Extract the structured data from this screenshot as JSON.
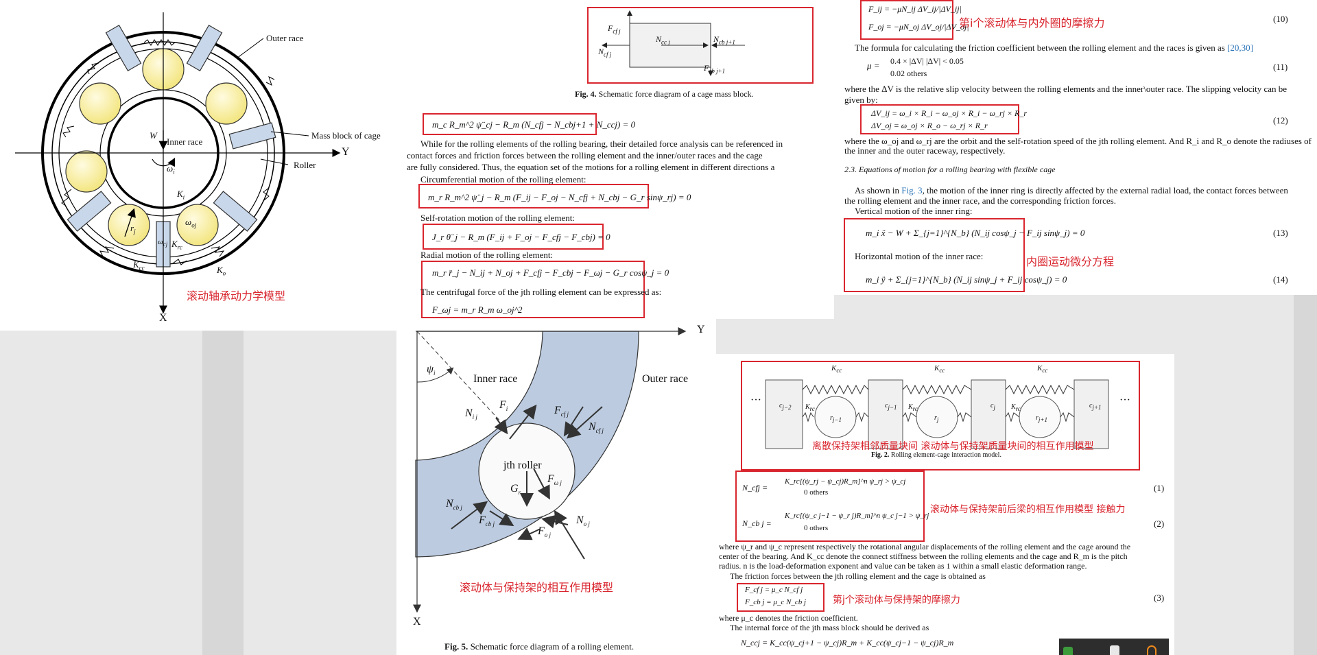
{
  "bearing_model": {
    "labels": {
      "outer_race": "Outer race",
      "mass_block": "Mass block of cage",
      "roller": "Roller",
      "inner_race": "Inner race",
      "W": "W",
      "omega_i": "ω",
      "omega_i_sub": "i",
      "Ki": "K",
      "Ki_sub": "i",
      "Ko": "K",
      "Ko_sub": "o",
      "Kcc": "K",
      "Kcc_sub": "cc",
      "Krc": "K",
      "Krc_sub": "rc",
      "rj": "r",
      "rj_sub": "j",
      "omega_oj": "ω",
      "omega_oj_sub": "oj",
      "omega_cj": "ω",
      "omega_cj_sub": "cj",
      "axis_y": "Y",
      "axis_x": "X"
    },
    "annotation": "滚动轴承动力学模型"
  },
  "middle_top": {
    "fig4_labels": {
      "fcfj": "F",
      "fcfj_sub": "cf j",
      "nccj": "N",
      "nccj_sub": "cc j",
      "ncbj1": "N",
      "ncbj1_sub": "cb j+1",
      "ncfj": "N",
      "ncfj_sub": "cf j",
      "fcbj1": "F",
      "fcbj1_sub": "cb j+1"
    },
    "fig4_caption_label": "Fig. 4.",
    "fig4_caption_text": "Schematic force diagram of a cage mass block.",
    "eq_cage": "m_c R_m^2 ψ̈_cj − R_m (N_cfj − N_cbj+1 + N_ccj) = 0",
    "para1": "While for the rolling elements of the rolling bearing, their detailed force analysis can be referenced in",
    "para2": "contact forces and friction forces between the rolling element and the inner/outer races and the cage",
    "para3": "are fully considered. Thus, the equation set of the motions for a rolling element in different directions a",
    "circ_label": "Circumferential motion of the rolling element:",
    "eq_circ": "m_r R_m^2 ψ̈_j − R_m (F_ij − F_oj − N_cfj + N_cbj − G_r sinψ_rj) = 0",
    "self_label": "Self-rotation motion of the rolling element:",
    "eq_self": "J_r θ̈_j − R_m (F_ij + F_oj − F_cfj − F_cbj) = 0",
    "radial_label": "Radial motion of the rolling element:",
    "eq_radial": "m_r r̈_j − N_ij + N_oj + F_cfj − F_cbj − F_ωj − G_r cosψ_j = 0",
    "centrifugal_label": "The centrifugal force of the jth rolling element can be expressed as:",
    "eq_centrifugal": "F_ωj = m_r R_m ω_oj^2"
  },
  "right_top": {
    "eq10_l1": "F_ij = −μN_ij ΔV_ij/|ΔV_ij|",
    "eq10_l2": "F_oj = −μN_oj ΔV_oj/|ΔV_oj|",
    "ann10": "第i个滚动体与内外圈的摩擦力",
    "eq10_no": "(10)",
    "friction_text_a": "The formula for calculating the friction coefficient between the rolling element and the races is given as ",
    "friction_ref": "[20,30]",
    "eq11_mu": "μ =",
    "eq11_l1": "0.4 × |ΔV|    |ΔV| < 0.05",
    "eq11_l2": "0.02              others",
    "eq11_no": "(11)",
    "slip_text1": "where the ΔV is the relative slip velocity between the rolling elements and the inner\\outer race. The slipping velocity can be",
    "slip_text2": "given by:",
    "eq12_l1": "ΔV_ij = ω_i × R_i − ω_oj × R_i − ω_rj × R_r",
    "eq12_l2": "ΔV_oj = ω_oj × R_o − ω_rj × R_r",
    "eq12_no": "(12)",
    "where12_1": "where the ω_oj and ω_rj are the orbit and the self-rotation speed of the jth rolling element. And R_i and R_o denote the radiuses of",
    "where12_2": "the inner and the outer raceway, respectively.",
    "section": "2.3. Equations of motion for a rolling bearing with flexible cage",
    "as_shown_a": "As shown in ",
    "as_shown_ref": "Fig. 3",
    "as_shown_b": ", the motion of the inner ring is directly affected by the external radial load, the contact forces between",
    "as_shown_2": "the rolling element and the inner race, and the corresponding friction forces.",
    "vert_label": "Vertical motion of the inner ring:",
    "eq13": "m_i ẍ − W + Σ_{j=1}^{N_b} (N_ij cosψ_j − F_ij sinψ_j) = 0",
    "eq13_no": "(13)",
    "horiz_label": "Horizontal motion of the inner race:",
    "eq14": "m_i ÿ + Σ_{j=1}^{N_b} (N_ij sinψ_j + F_ij cosψ_j) = 0",
    "eq14_no": "(14)",
    "ann14": "内圈运动微分方程"
  },
  "fig5": {
    "axis_y": "Y",
    "axis_x": "X",
    "psi": "ψ",
    "psi_sub": "i",
    "inner_race": "Inner race",
    "outer_race": "Outer race",
    "Fi": "F",
    "Fi_sub": "i",
    "Fcf": "F",
    "Fcf_sub": "cf j",
    "Ni": "N",
    "Ni_sub": "i j",
    "Ncf": "N",
    "Ncf_sub": "cf j",
    "roller": "jth roller",
    "Fw": "F",
    "Fw_sub": "ω j",
    "Gr": "G",
    "Gr_sub": "r",
    "Ncb": "N",
    "Ncb_sub": "cb j",
    "Fcb": "F",
    "Fcb_sub": "cb j",
    "Fo": "F",
    "Fo_sub": "o j",
    "No": "N",
    "No_sub": "o j",
    "annotation": "滚动体与保持架的相互作用模型",
    "caption_label": "Fig. 5.",
    "caption_text": "Schematic force diagram of a rolling element."
  },
  "right_bottom": {
    "fig2_labels": {
      "kcc": "K",
      "kcc_sub": "cc",
      "krc": "K",
      "krc_sub": "rc",
      "dots": "···",
      "cj2": "c",
      "cj2_sub": "j−2",
      "rj1": "r",
      "rj1_sub": "j−1",
      "cj1": "c",
      "cj1_sub": "j−1",
      "rj": "r",
      "rj_sub": "j",
      "cj": "c",
      "cj_sub": "j",
      "rjp1": "r",
      "rjp1_sub": "j+1",
      "cjp1": "c",
      "cjp1_sub": "j+1"
    },
    "fig2_annotation": "离散保持架相邻质量块间 滚动体与保持架质量块间的相互作用模型",
    "fig2_caption_label": "Fig. 2.",
    "fig2_caption_text": "Rolling element-cage interaction model.",
    "eq1_lhs": "N_cfj =",
    "eq1_l1": "K_rc[(ψ_rj − ψ_cj)R_m]^n    ψ_rj > ψ_cj",
    "eq1_l2": "0                                   others",
    "eq1_no": "(1)",
    "eq2_lhs": "N_cb j =",
    "eq2_l1": "K_rc[(ψ_c j−1 − ψ_r j)R_m]^n    ψ_c j−1 > ψ_rj",
    "eq2_l2": "0                                        others",
    "eq2_no": "(2)",
    "ann12": "滚动体与保持架前后梁的相互作用模型 接触力",
    "where1": "where ψ_r and ψ_c represent respectively the rotational angular displacements of the rolling element and the cage around the",
    "where2": "center of the bearing. And K_cc denote the connect stiffness between the rolling elements and the cage and R_m is the pitch",
    "where3": "radius. n is the load-deformation exponent and value can be taken as 1 within a small elastic deformation range.",
    "friction_intro": "The friction forces between the jth rolling element and the cage is obtained as",
    "eq3_l1": "F_cf j = μ_c N_cf j",
    "eq3_l2": "F_cb j = μ_c N_cb j",
    "eq3_no": "(3)",
    "ann3": "第j个滚动体与保持架的摩擦力",
    "where_mu": "where μ_c denotes the friction coefficient.",
    "internal": "The internal force of the jth mass block should be derived as",
    "eq_internal": "N_ccj = K_cc(ψ_cj+1 − ψ_cj)R_m + K_cc(ψ_cj−1 − ψ_cj)R_m"
  },
  "colors": {
    "annotation_red": "#d9252e",
    "race_blue": "#bccbe0",
    "roller_yellow": "#f7eda0",
    "link_blue": "#2a74b8"
  }
}
